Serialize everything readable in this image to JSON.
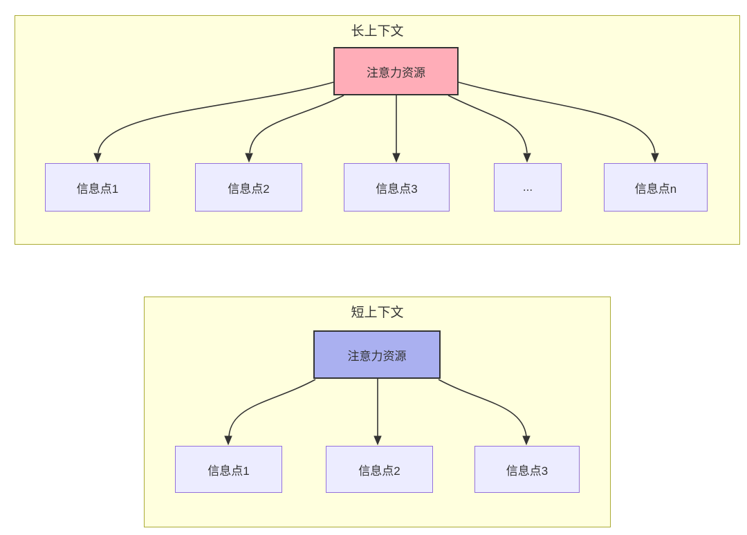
{
  "long_context": {
    "title": "长上下文",
    "root": {
      "label": "注意力资源"
    },
    "info_points": [
      "信息点1",
      "信息点2",
      "信息点3",
      "...",
      "信息点n"
    ]
  },
  "short_context": {
    "title": "短上下文",
    "root": {
      "label": "注意力资源"
    },
    "info_points": [
      "信息点1",
      "信息点2",
      "信息点3"
    ]
  },
  "colors": {
    "group_fill": "#ffffde",
    "group_border": "#aaaa33",
    "info_node_fill": "#ececff",
    "info_node_border": "#9370db",
    "root_long_fill": "#ffadb8",
    "root_short_fill": "#aab0f0",
    "root_border": "#333333",
    "edge_stroke": "#333333",
    "text": "#333333"
  }
}
